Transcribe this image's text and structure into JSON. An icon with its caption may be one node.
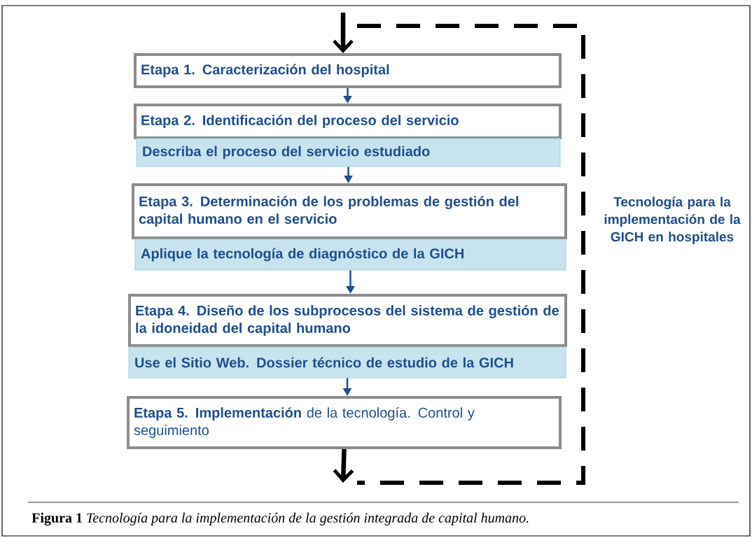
{
  "diagram": {
    "nodes": [
      {
        "text": [
          "Etapa 1. Caracterización del hospital"
        ]
      },
      {
        "text": [
          "Etapa 2. Identificación del proceso del servicio"
        ]
      },
      {
        "text": [
          "Describa el proceso del servicio estudiado"
        ]
      },
      {
        "text": [
          "Etapa  3. Determinación de los problemas de gestión del capital humano en el servicio"
        ]
      },
      {
        "text": [
          "Aplique la tecnología de diagnóstico de la GICH"
        ]
      },
      {
        "text": [
          "Etapa 4. Diseño de los subprocesos del sistema de gestión de la idoneidad del capital humano"
        ]
      },
      {
        "text": [
          "Use el Sitio Web. Dossier técnico de estudio de la GICH"
        ]
      },
      {
        "text": [
          "**Etapa 5. Implementación** de la tecnología. Control y seguimiento"
        ]
      }
    ],
    "edges": [
      {
        "from": 0,
        "to": 1,
        "arrow": "to"
      },
      {
        "from": 2,
        "to": 3,
        "arrow": "to"
      },
      {
        "from": 4,
        "to": 5,
        "arrow": "to"
      },
      {
        "from": 6,
        "to": 7,
        "arrow": "to"
      },
      {
        "from": 7,
        "to": null,
        "arrow": "to",
        "style": "thick",
        "color": "#000000"
      },
      {
        "from": null,
        "to": 0,
        "arrow": "to",
        "style": "thick",
        "color": "#000000"
      }
    ],
    "labels": [
      "Tecnología para la implementación de la GICH en hospitales"
    ],
    "caption": "**Figura 1** *Tecnología para la implementación de la gestión integrada de capital humano.*"
  }
}
